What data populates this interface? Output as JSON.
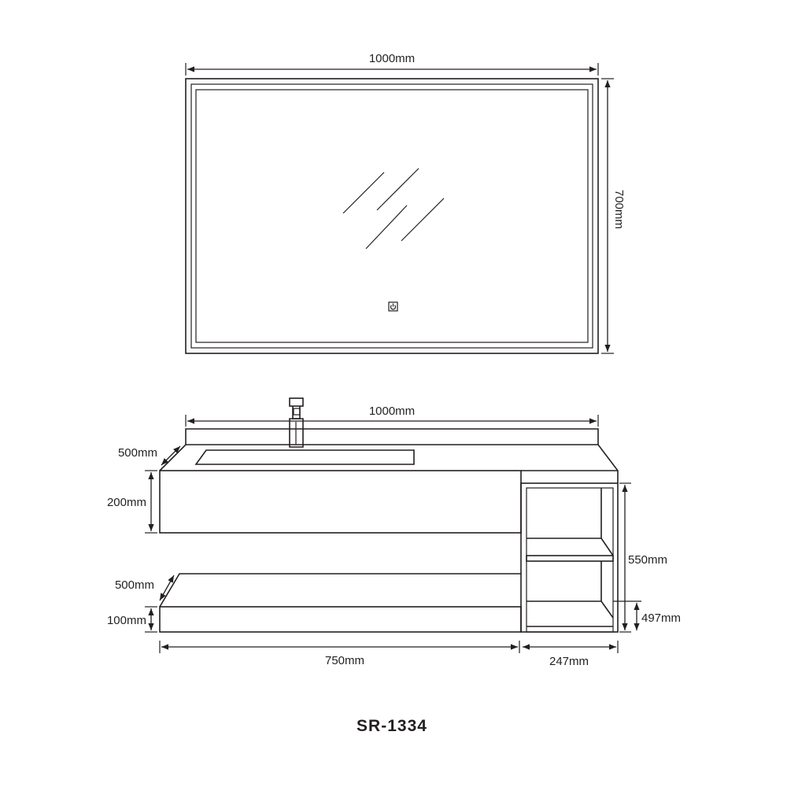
{
  "mirror": {
    "width_label": "1000mm",
    "height_label": "700mm",
    "touch_sensor_icon": "power-icon"
  },
  "vanity": {
    "top_width_label": "1000mm",
    "top_depth_label": "500mm",
    "top_height_label": "200mm",
    "shelf_depth_label": "500mm",
    "shelf_height_label": "100mm",
    "shelf_width_label": "750mm",
    "cabinet_width_label": "247mm",
    "cabinet_height_label": "550mm",
    "cabinet_lower_label": "497mm"
  },
  "model": "SR-1334"
}
